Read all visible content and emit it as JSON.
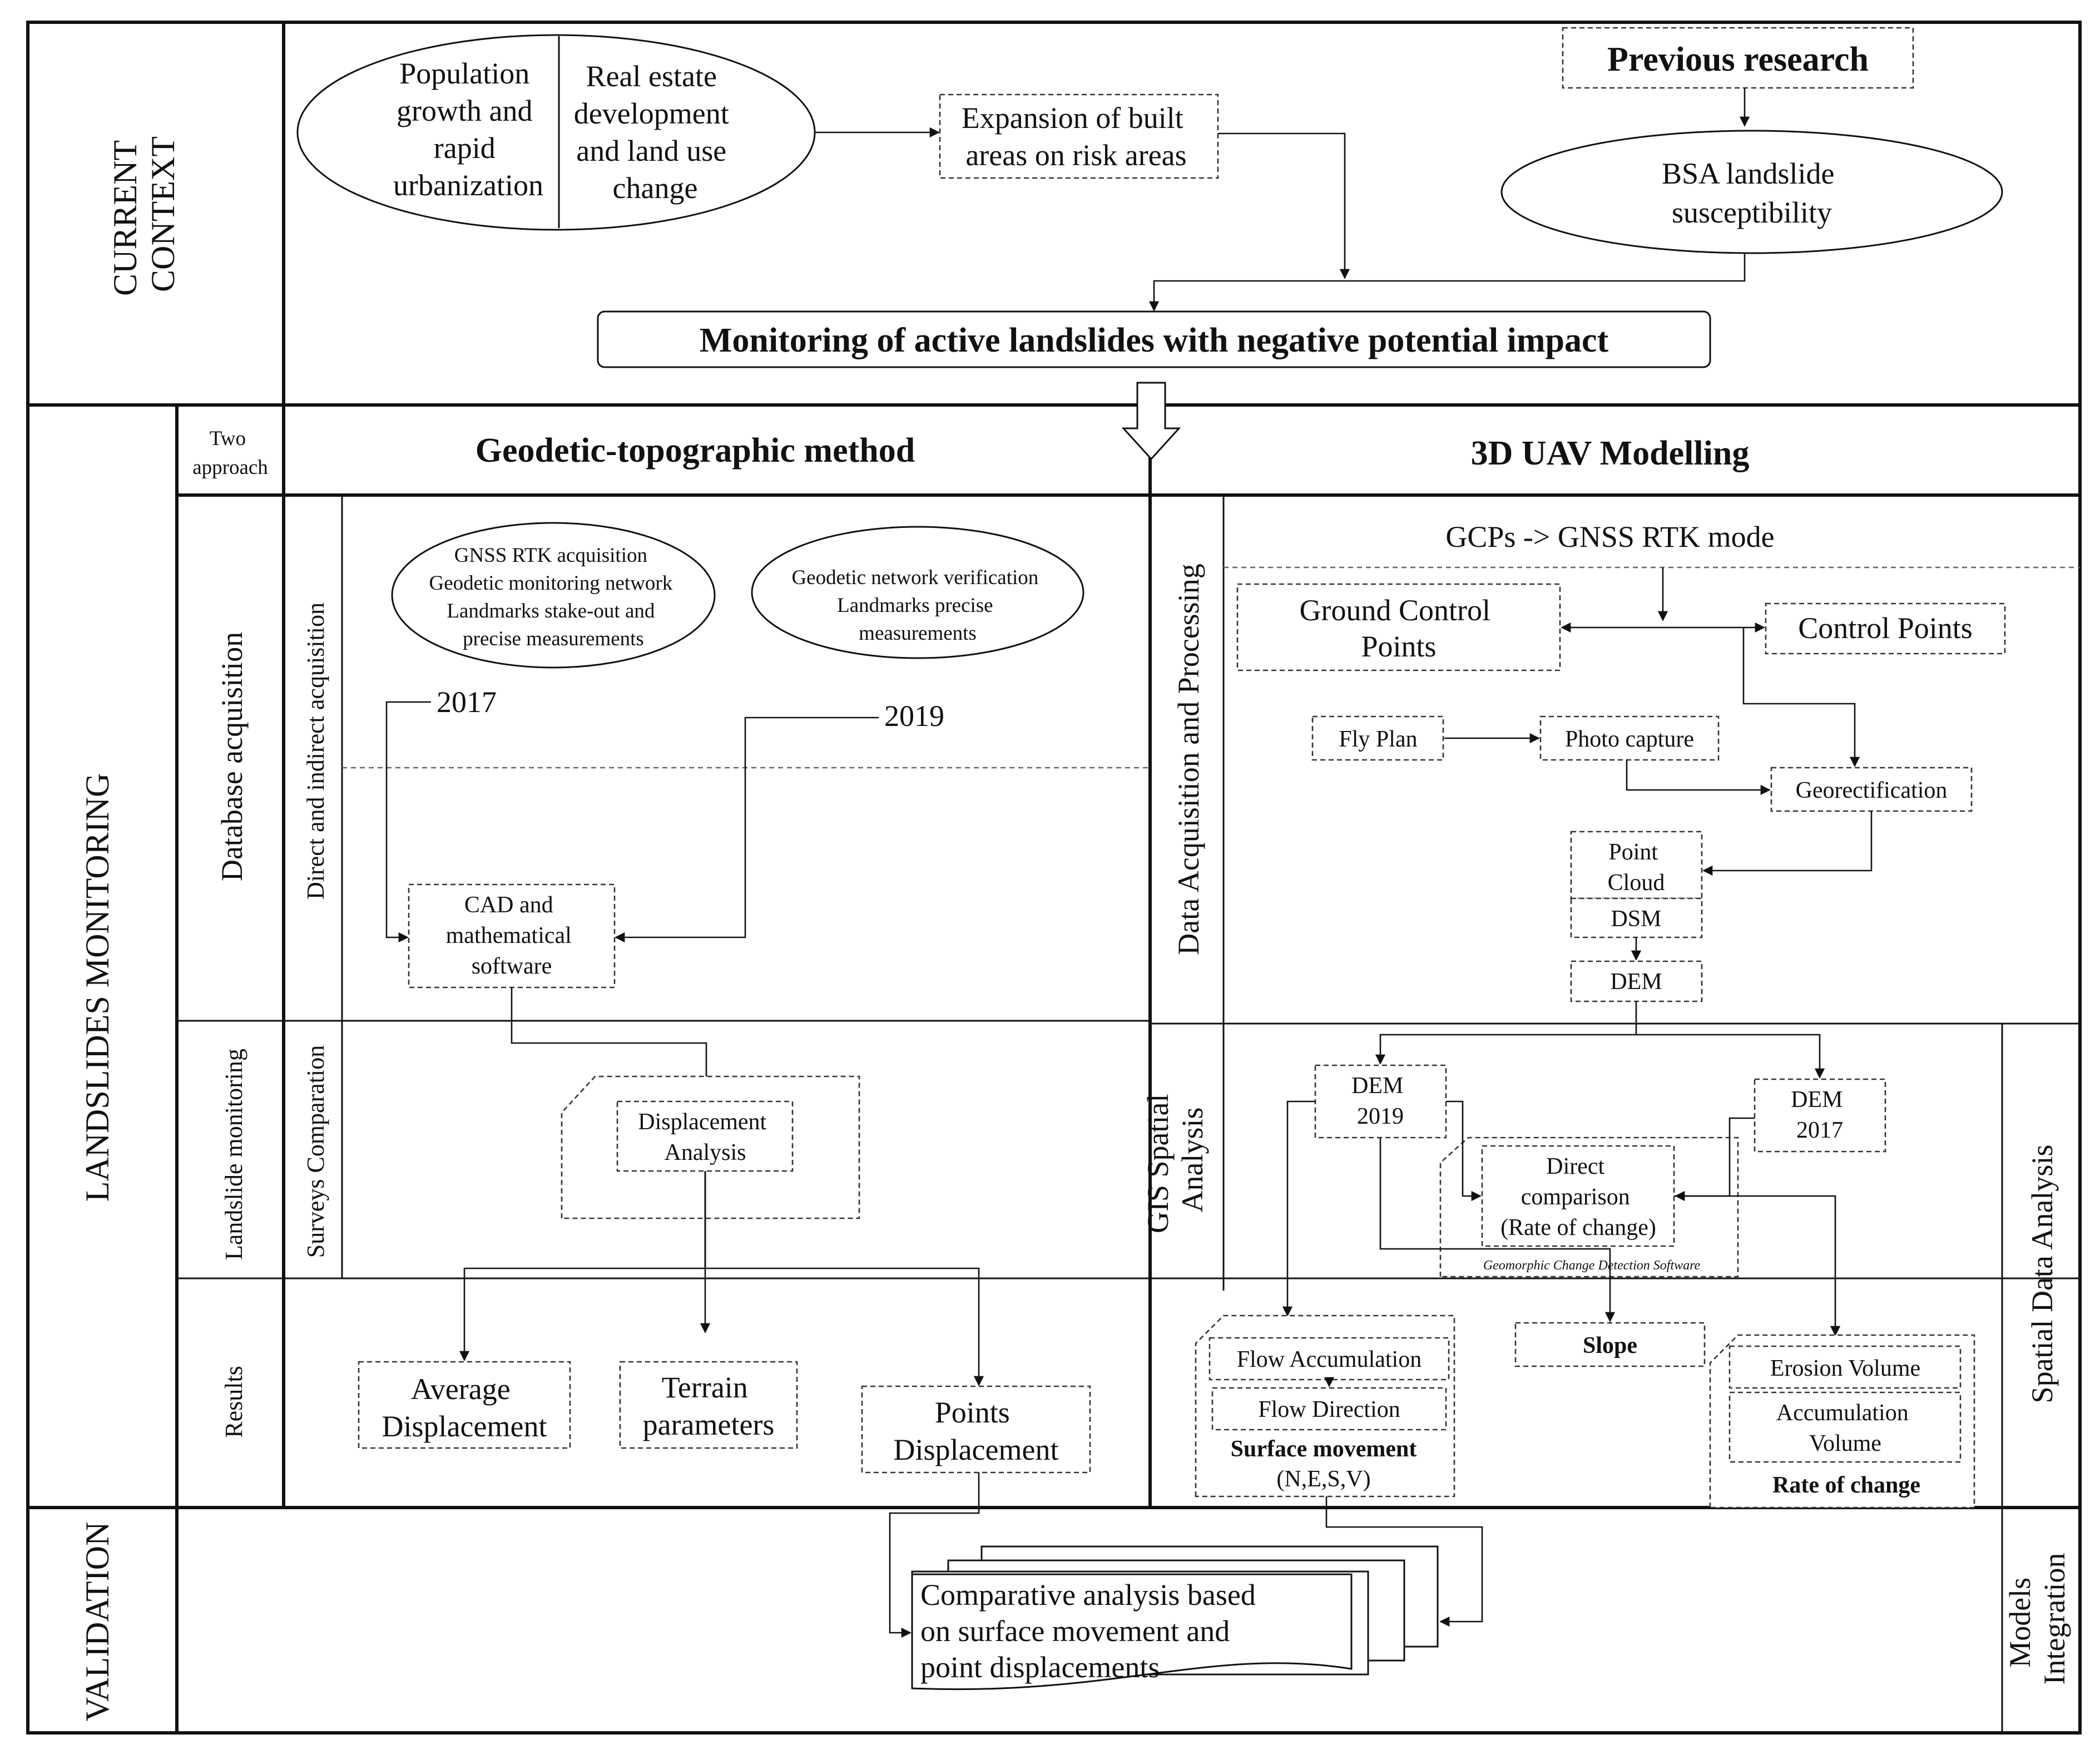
{
  "current_context": {
    "section_label": [
      "CURRENT",
      "CONTEXT"
    ],
    "population_oval": [
      "Population",
      "growth and",
      "rapid",
      "urbanization"
    ],
    "real_estate_oval": [
      "Real estate",
      "development",
      "and land use",
      "change"
    ],
    "expansion_box": [
      "Expansion of built",
      "areas on risk areas"
    ],
    "previous_research": "Previous research",
    "bsa_oval": [
      "BSA landslide",
      "susceptibility"
    ],
    "monitoring_box": "Monitoring of active landslides with negative potential impact"
  },
  "landslides_monitoring": {
    "section_label": "LANDSLIDES MONITORING",
    "two_approach": [
      "Two",
      "approach"
    ],
    "geodetic_header": "Geodetic-topographic method",
    "uav_header": "3D UAV Modelling",
    "database_acquisition": "Database acquisition",
    "direct_indirect": "Direct and indirect acquisition",
    "landslide_monitoring": "Landslide monitoring",
    "surveys_comparation": "Surveys Comparation",
    "results": "Results",
    "data_acquisition_processing": "Data Acquisition and Processing",
    "gis_spatial": [
      "GIS Spatial",
      "Analysis"
    ],
    "spatial_data_analysis": "Spatial Data Analysis"
  },
  "geodetic": {
    "gnss_oval": [
      "GNSS RTK acquisition",
      "Geodetic monitoring network",
      "Landmarks stake-out and",
      "precise measurements"
    ],
    "verify_oval": [
      "Geodetic network verification",
      "Landmarks precise",
      "measurements"
    ],
    "year_2017": "2017",
    "year_2019": "2019",
    "cad_box": [
      "CAD and",
      "mathematical",
      "software"
    ],
    "displacement_box": [
      "Displacement",
      "Analysis"
    ],
    "average_box": [
      "Average",
      "Displacement"
    ],
    "terrain_box": [
      "Terrain",
      "parameters"
    ],
    "points_box": [
      "Points",
      "Displacement"
    ]
  },
  "uav": {
    "gcps_mode": "GCPs -> GNSS RTK mode",
    "ground_control": [
      "Ground Control",
      "Points"
    ],
    "control_points": "Control Points",
    "fly_plan": "Fly Plan",
    "photo_capture": "Photo capture",
    "georectification": "Georectification",
    "point_cloud": [
      "Point",
      "Cloud"
    ],
    "dsm": "DSM",
    "dem": "DEM",
    "dem_2019": [
      "DEM",
      "2019"
    ],
    "dem_2017": [
      "DEM",
      "2017"
    ],
    "direct_comparison": [
      "Direct",
      "comparison",
      "(Rate of change)"
    ],
    "gcd_software": "Geomorphic Change Detection Software",
    "slope": "Slope",
    "flow_accumulation": "Flow Accumulation",
    "flow_direction": "Flow Direction",
    "surface_movement": "Surface movement",
    "nesv": "(N,E,S,V)",
    "erosion_volume": "Erosion Volume",
    "accumulation_volume": [
      "Accumulation",
      "Volume"
    ],
    "rate_of_change": "Rate of change"
  },
  "validation": {
    "section_label": "VALIDATION",
    "comparative": [
      "Comparative analysis based",
      "on surface movement and",
      "point displacements"
    ],
    "models_integration": [
      "Models",
      "Integration"
    ]
  }
}
